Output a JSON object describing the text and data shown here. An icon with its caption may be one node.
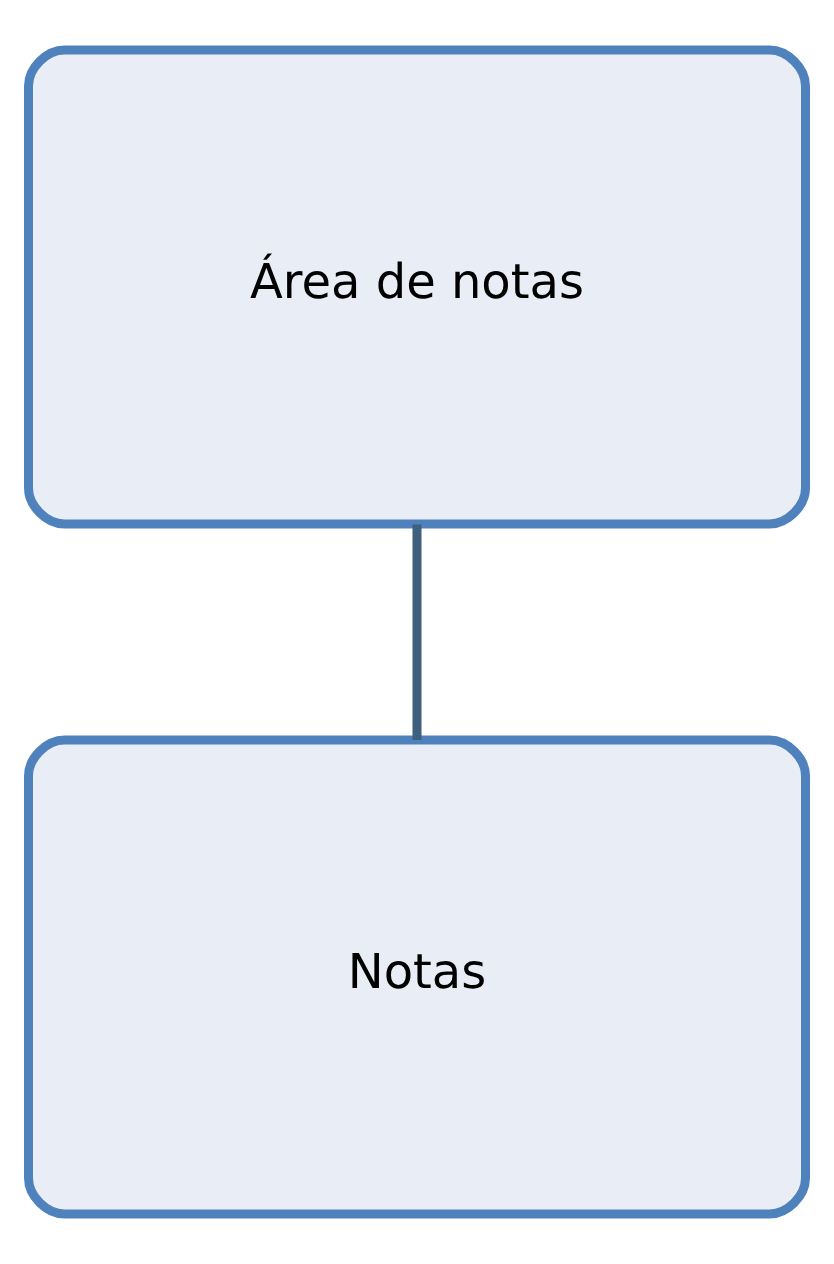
{
  "diagram": {
    "nodes": [
      {
        "text": [
          "Área de notas"
        ]
      },
      {
        "text": [
          "Notas"
        ]
      }
    ],
    "edges": [
      {
        "from": 0,
        "to": 1,
        "arrow": "none"
      }
    ]
  }
}
